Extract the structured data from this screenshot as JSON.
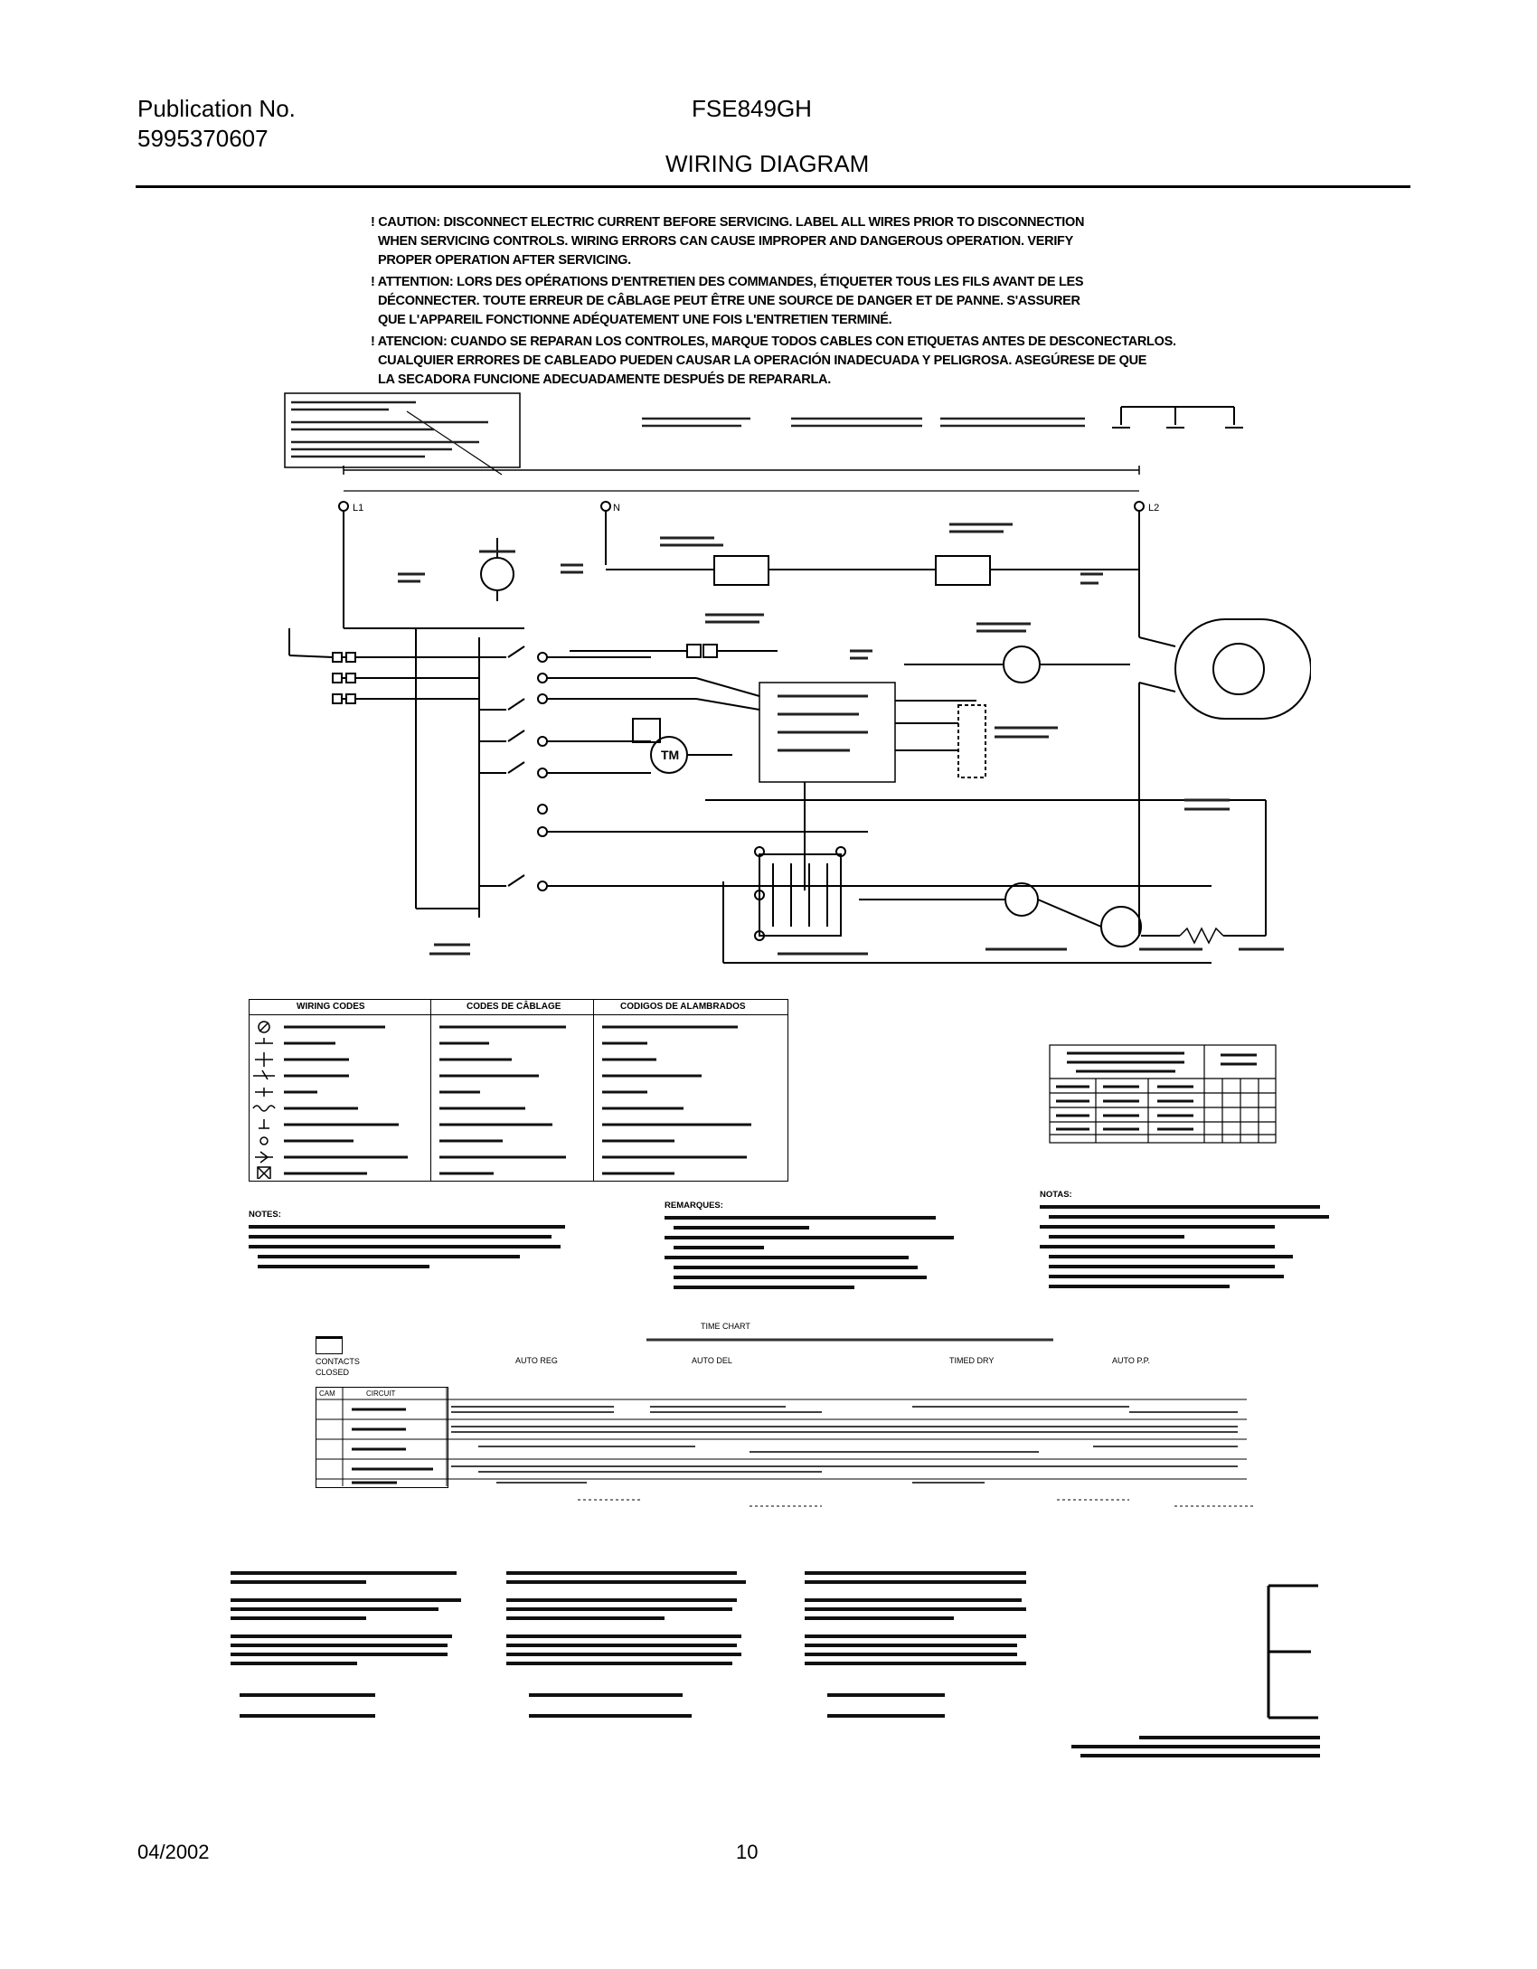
{
  "header": {
    "publication_label": "Publication No.",
    "publication_number": "5995370607",
    "model": "FSE849GH",
    "title": "WIRING DIAGRAM"
  },
  "caution": {
    "en": [
      "! CAUTION: DISCONNECT ELECTRIC CURRENT BEFORE SERVICING. LABEL ALL WIRES PRIOR TO DISCONNECTION",
      "WHEN SERVICING CONTROLS. WIRING ERRORS CAN CAUSE IMPROPER AND DANGEROUS OPERATION. VERIFY",
      "PROPER OPERATION AFTER SERVICING."
    ],
    "fr": [
      "! ATTENTION: LORS DES OPÉRATIONS D'ENTRETIEN DES COMMANDES, ÉTIQUETER TOUS LES FILS AVANT DE LES",
      "DÉCONNECTER. TOUTE ERREUR DE CÂBLAGE PEUT ÊTRE UNE SOURCE DE DANGER ET DE PANNE. S'ASSURER",
      "QUE L'APPAREIL FONCTIONNE ADÉQUATEMENT UNE FOIS L'ENTRETIEN TERMINÉ."
    ],
    "es": [
      "! ATENCION: CUANDO SE REPARAN LOS CONTROLES, MARQUE TODOS CABLES CON ETIQUETAS ANTES DE DESCONECTARLOS.",
      "CUALQUIER ERRORES DE CABLEADO PUEDEN CAUSAR LA OPERACIÓN INADECUADA Y PELIGROSA. ASEGÚRESE DE QUE",
      "LA SECADORA FUNCIONE ADECUADAMENTE DESPUÉS DE REPARARLA."
    ]
  },
  "schematic": {
    "L1": "L1",
    "N": "N",
    "L2": "L2",
    "TM": "TM"
  },
  "wiring_codes": {
    "headers": [
      "WIRING CODES",
      "CODES DE CÂBLAGE",
      "CODIGOS DE ALAMBRADOS"
    ]
  },
  "notes_heading": "NOTES:",
  "remarques_heading": "REMARQUES:",
  "notas_heading": "NOTAS:",
  "time_chart": {
    "title": "TIME CHART",
    "contacts_closed": [
      "CONTACTS",
      "CLOSED"
    ],
    "cam_header": "CAM",
    "circuit_header": "CIRCUIT",
    "segments": [
      "AUTO REG",
      "AUTO DEL",
      "TIMED DRY",
      "AUTO P.P."
    ]
  },
  "big_letter": "E",
  "footer": {
    "date": "04/2002",
    "page": "10"
  }
}
